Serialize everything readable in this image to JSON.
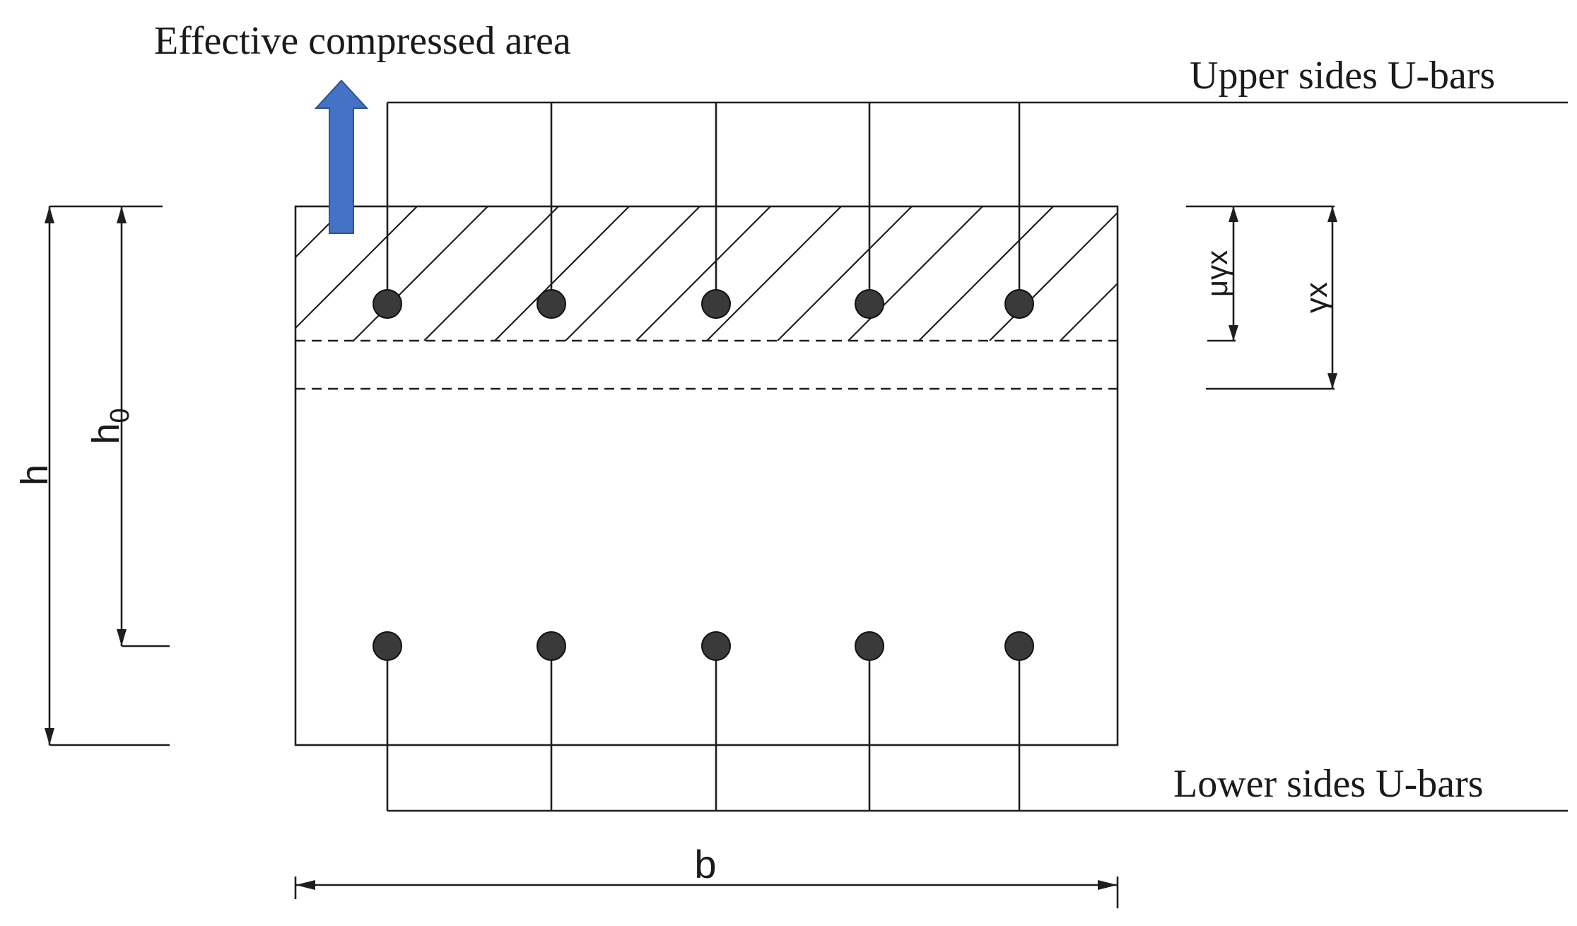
{
  "labels": {
    "effective_area": "Effective compressed area",
    "upper_bars": "Upper sides U-bars",
    "lower_bars": "Lower sides U-bars",
    "h": "h",
    "h0_main": "h",
    "h0_sub": "0",
    "mu_gamma_x": "μγx",
    "gamma_x": "γx",
    "b": "b"
  },
  "colors": {
    "arrow": "#4472c4",
    "arrow_stroke": "#2f528f",
    "bar": "#3a3a3a"
  },
  "icons": {
    "arrow": "up-arrow-icon"
  }
}
